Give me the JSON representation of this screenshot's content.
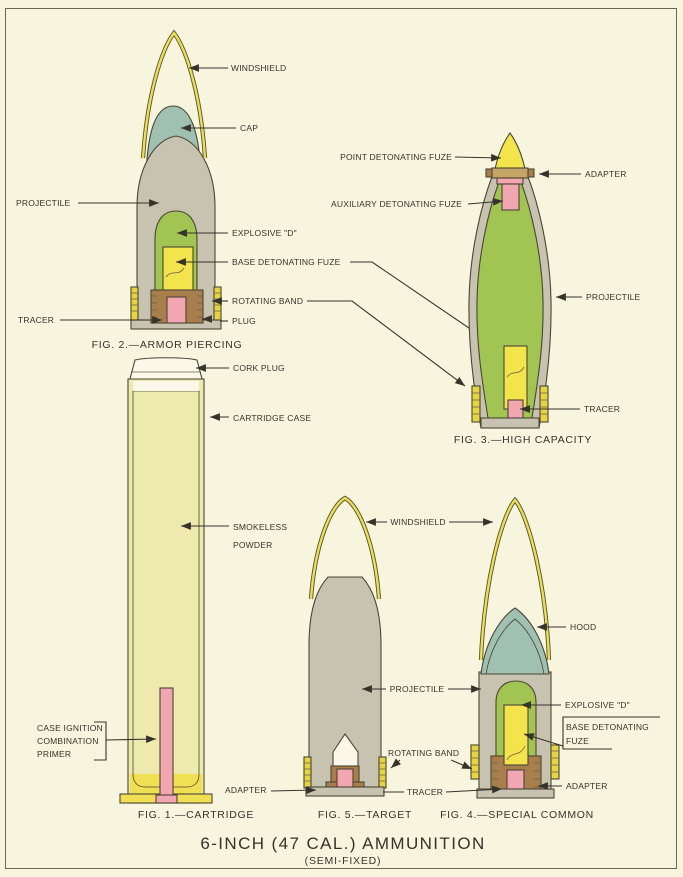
{
  "page": {
    "title": "6-INCH (47 CAL.) AMMUNITION",
    "subtitle": "(SEMI-FIXED)"
  },
  "colors": {
    "background": "#f8f5df",
    "ink": "#35332a",
    "steel_gray": "#c8c3b0",
    "cap_teal": "#a0c1b1",
    "explosive_green": "#a2c453",
    "fuze_yellow": "#f4e44c",
    "band_yellow": "#e6d440",
    "windshield_yellow": "#ece04f",
    "tracer_pink": "#f1a6b2",
    "adapter_brown": "#a87e4c",
    "adapter_tan": "#c5a566",
    "powder_blue": "#a7d1ca",
    "case_yellow": "#eee9ad",
    "brass_yellow": "#f0df52",
    "cavity_white": "#fbf8ea"
  },
  "figures": {
    "fig1": {
      "caption": "FIG. 1.—CARTRIDGE",
      "labels": {
        "cork_plug": "CORK PLUG",
        "cartridge_case": "CARTRIDGE CASE",
        "smokeless_line1": "SMOKELESS",
        "smokeless_line2": "POWDER",
        "primer_line1": "CASE IGNITION",
        "primer_line2": "COMBINATION",
        "primer_line3": "PRIMER"
      }
    },
    "fig2": {
      "caption": "FIG. 2.—ARMOR PIERCING",
      "labels": {
        "windshield": "WINDSHIELD",
        "cap": "CAP",
        "projectile": "PROJECTILE",
        "explosive_d": "EXPLOSIVE \"D\"",
        "base_detonating_fuze": "BASE DETONATING FUZE",
        "rotating_band": "ROTATING BAND",
        "plug": "PLUG",
        "tracer": "TRACER"
      }
    },
    "fig3": {
      "caption": "FIG. 3.—HIGH CAPACITY",
      "labels": {
        "point_detonating_fuze": "POINT DETONATING FUZE",
        "adapter": "ADAPTER",
        "auxiliary_detonating_fuze": "AUXILIARY DETONATING FUZE",
        "projectile": "PROJECTILE",
        "tracer": "TRACER"
      }
    },
    "fig4": {
      "caption": "FIG. 4.—SPECIAL COMMON",
      "labels": {
        "hood": "HOOD",
        "explosive_d": "EXPLOSIVE \"D\"",
        "base_detonating_fuze_line1": "BASE DETONATING",
        "base_detonating_fuze_line2": "FUZE",
        "adapter": "ADAPTER"
      }
    },
    "fig5": {
      "caption": "FIG. 5.—TARGET",
      "labels": {
        "adapter": "ADAPTER"
      }
    },
    "shared_fig4_fig5": {
      "labels": {
        "windshield": "WINDSHIELD",
        "projectile": "PROJECTILE",
        "rotating_band": "ROTATING BAND",
        "tracer": "TRACER"
      }
    }
  }
}
